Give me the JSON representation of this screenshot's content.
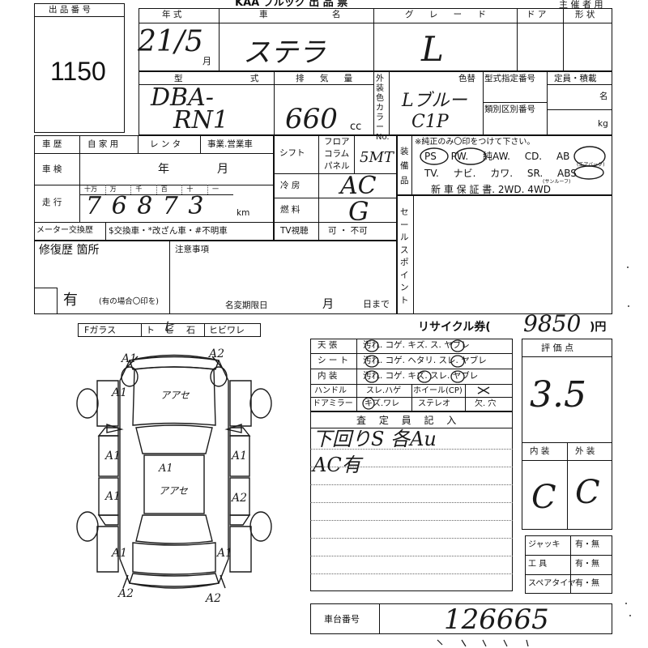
{
  "header": {
    "banner": "KAA ブルック 出 品 票",
    "sponsor": "主 催 者 用"
  },
  "lot": {
    "label": "出 品 番 号",
    "number": "1150"
  },
  "row1": {
    "year_label": "年 式",
    "name_label": "車 名",
    "grade_label": "グ レ ー ド",
    "door_label": "ド ア",
    "shape_label": "形 状",
    "year_hw": "21/5",
    "month_unit": "月",
    "name_hw": "ステラ",
    "grade_hw": "L"
  },
  "row2": {
    "model_label": "型 式",
    "disp_label": "排 気 量",
    "paint_label": "外装色 カラーNo.",
    "color_swap_label": "色替",
    "type_num_label": "型式指定番号",
    "class_num_label": "類別区別番号",
    "capacity_label": "定員・積載",
    "persons_unit": "名",
    "kg_unit": "kg",
    "model_hw_1": "DBA-",
    "model_hw_2": "RN1",
    "disp_hw": "660",
    "cc_unit": "cc",
    "color_hw": "Lブルー",
    "code_hw": "C1P"
  },
  "history": {
    "rekishi_label": "車 歴",
    "opts": [
      "自 家 用",
      "レ ン タ",
      "事業.営業車"
    ],
    "shaken_label": "車 検",
    "year_unit": "年",
    "month_unit": "月",
    "run_label": "走 行",
    "digit_headers": [
      "十万",
      "万",
      "千",
      "百",
      "十",
      "一"
    ],
    "digits_hw": [
      "7",
      "6",
      "8",
      "7",
      "3"
    ],
    "km_unit": "km",
    "meter_label": "メーター交換歴",
    "meter_opts": "$交換車・*改ざん車・#不明車"
  },
  "mid": {
    "shift_label": "シフト",
    "shift_opts": [
      "フロア",
      "コラム",
      "パネル"
    ],
    "shift_hw": "5MT",
    "ac_label": "冷 房",
    "ac_hw": "AC",
    "fuel_label": "燃 料",
    "fuel_hw": "G",
    "tv_label": "TV視聴",
    "tv_opts": "可 ・ 不可"
  },
  "equipment": {
    "label": "装 備 品",
    "note": "※純正のみ〇印をつけて下さい。",
    "line1": "PS PW. 純AW. CD. AB",
    "ab_sub": "(エアバッグ)",
    "line2": "TV. ナビ. カワ. SR. ABS",
    "sr_sub": "(サンルーフ)",
    "line3": "新 車 保 証 書. 2WD. 4WD"
  },
  "repair": {
    "label": "修復歴 箇所",
    "value": "有",
    "note": "(有の場合〇印を)",
    "caution_label": "注意事項",
    "meihen_label": "名変期限日",
    "month_unit": "月",
    "day_unit": "日まで"
  },
  "sales_point": {
    "label": "セールスポイント"
  },
  "glass": {
    "items": [
      "Fガラス",
      "ト",
      "ビ",
      "石",
      "ヒビワレ"
    ],
    "marks": [
      "ヒ"
    ]
  },
  "recycle": {
    "label": "リサイクル券(",
    "hw": "9850",
    "unit": ")円"
  },
  "condition": {
    "rows": [
      {
        "label": "天 張",
        "opts": "汚れ. コゲ. キズ. ス. ヤブレ"
      },
      {
        "label": "シ ー ト",
        "opts": "汚れ. コゲ. ヘタリ. スレ. ヤブレ"
      },
      {
        "label": "内 装",
        "opts": "汚れ. コゲ. キズ. スレ. ヤブレ"
      }
    ],
    "handle_label": "ハンドル",
    "handle_opts": "スレ.ハゲ",
    "wheel_label": "ホイール(CP)",
    "mirror_label": "ドアミラー",
    "mirror_opts": "キズ.ワレ",
    "stereo_label": "ステレオ",
    "stereo_opts": "欠. 穴"
  },
  "inspector": {
    "label": "査 定 員 記 入",
    "line1_hw": "下回りS 各Au",
    "line2_hw": "AC有"
  },
  "grade": {
    "label": "評 価 点",
    "score_hw": "3.5",
    "int_label": "内 装",
    "ext_label": "外 装",
    "int_hw": "C",
    "ext_hw": "C"
  },
  "tools": [
    {
      "label": "ジャッキ",
      "opts": "有・無"
    },
    {
      "label": "工 具",
      "opts": "有・無"
    },
    {
      "label": "スペアタイヤ",
      "opts": "有・無"
    }
  ],
  "chassis": {
    "label": "車台番号",
    "hw": "126665"
  },
  "diagram": {
    "marks": [
      "A1",
      "A2",
      "A1",
      "A1",
      "A1",
      "A1",
      "A1",
      "A2",
      "A1",
      "A1",
      "A2",
      "A2"
    ],
    "areas": [
      "アアセ",
      "アアセ"
    ]
  }
}
